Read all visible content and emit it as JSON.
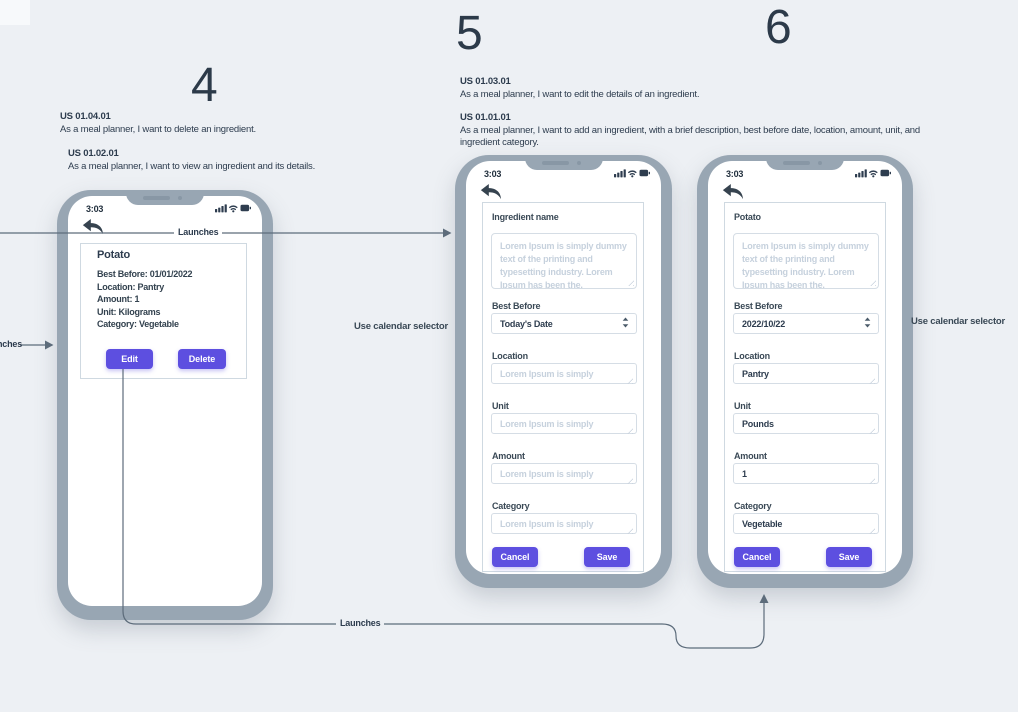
{
  "colors": {
    "background": "#edf0f4",
    "phone_frame": "#98a6b3",
    "accent_purple": "#5d4fe0",
    "text_dark": "#2d3c4e",
    "placeholder_gray": "#c6d1dd",
    "connector_line": "#5d6c7b"
  },
  "headings": {
    "screen4": "4",
    "screen5": "5",
    "screen6": "6"
  },
  "stories": {
    "s4a_id": "US 01.04.01",
    "s4a_text": "As a meal planner, I want to delete an ingredient.",
    "s4b_id": "US 01.02.01",
    "s4b_text": "As a meal planner, I want to view an ingredient and its details.",
    "s5a_id": "US 01.03.01",
    "s5a_text": "As a meal planner, I want to edit the details of an ingredient.",
    "s5b_id": "US 01.01.01",
    "s5b_text": "As a meal planner, I want to add an ingredient, with a brief description, best before date, location, amount, unit, and ingredient category."
  },
  "status": {
    "time": "3:03"
  },
  "detail_screen": {
    "title": "Potato",
    "lines": [
      "Best Before: 01/01/2022",
      "Location: Pantry",
      "Amount: 1",
      "Unit: Kilograms",
      "Category: Vegetable"
    ],
    "edit": "Edit",
    "delete": "Delete"
  },
  "add_screen": {
    "name_label": "Ingredient name",
    "description_placeholder": "Lorem Ipsum is simply dummy text of the printing and typesetting industry. Lorem Ipsum has been the.",
    "best_before_label": "Best Before",
    "best_before_value": "Today's Date",
    "location_label": "Location",
    "location_placeholder": "Lorem Ipsum is simply",
    "unit_label": "Unit",
    "unit_placeholder": "Lorem Ipsum is simply",
    "amount_label": "Amount",
    "amount_placeholder": "Lorem Ipsum is simply",
    "category_label": "Category",
    "category_placeholder": "Lorem Ipsum is simply",
    "cancel": "Cancel",
    "save": "Save"
  },
  "edit_screen": {
    "name_label": "Potato",
    "description_placeholder": "Lorem Ipsum is simply dummy text of the printing and typesetting industry. Lorem Ipsum has been the.",
    "best_before_label": "Best Before",
    "best_before_value": "2022/10/22",
    "location_label": "Location",
    "location_value": "Pantry",
    "unit_label": "Unit",
    "unit_value": "Pounds",
    "amount_label": "Amount",
    "amount_value": "1",
    "category_label": "Category",
    "category_value": "Vegetable",
    "cancel": "Cancel",
    "save": "Save"
  },
  "connectors": {
    "top_launches": "Launches",
    "bottom_launches": "Launches",
    "left_partial": "nches",
    "calendar_left": "Use calendar selector",
    "calendar_right": "Use calendar selector"
  }
}
